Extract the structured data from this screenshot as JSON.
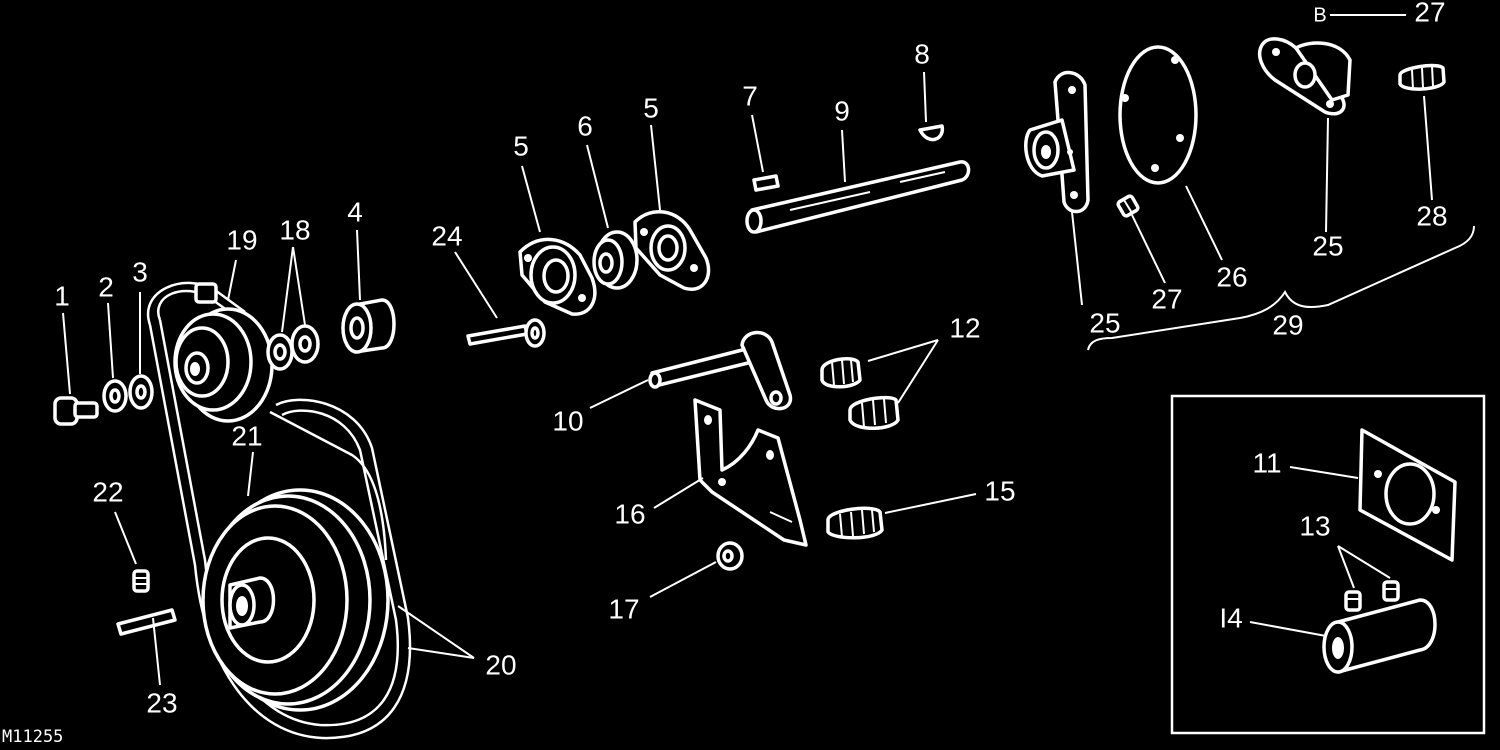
{
  "figure": {
    "code": "M11255",
    "callouts": [
      {
        "id": "c1",
        "text": "1"
      },
      {
        "id": "c2",
        "text": "2"
      },
      {
        "id": "c3",
        "text": "3"
      },
      {
        "id": "c4",
        "text": "4"
      },
      {
        "id": "c5a",
        "text": "5"
      },
      {
        "id": "c5b",
        "text": "5"
      },
      {
        "id": "c6",
        "text": "6"
      },
      {
        "id": "c7",
        "text": "7"
      },
      {
        "id": "c8",
        "text": "8"
      },
      {
        "id": "c9",
        "text": "9"
      },
      {
        "id": "c10",
        "text": "10"
      },
      {
        "id": "c11",
        "text": "11"
      },
      {
        "id": "c12",
        "text": "12"
      },
      {
        "id": "c13",
        "text": "13"
      },
      {
        "id": "c14",
        "text": "I4"
      },
      {
        "id": "c15",
        "text": "15"
      },
      {
        "id": "c16",
        "text": "16"
      },
      {
        "id": "c17",
        "text": "17"
      },
      {
        "id": "c18",
        "text": "18"
      },
      {
        "id": "c19",
        "text": "19"
      },
      {
        "id": "c20",
        "text": "20"
      },
      {
        "id": "c21",
        "text": "21"
      },
      {
        "id": "c22",
        "text": "22"
      },
      {
        "id": "c23",
        "text": "23"
      },
      {
        "id": "c24",
        "text": "24"
      },
      {
        "id": "c25a",
        "text": "25"
      },
      {
        "id": "c25b",
        "text": "25"
      },
      {
        "id": "c26",
        "text": "26"
      },
      {
        "id": "c27a",
        "text": "27"
      },
      {
        "id": "c27b",
        "text": "27"
      },
      {
        "id": "c27m",
        "text": "B"
      },
      {
        "id": "c28",
        "text": "28"
      },
      {
        "id": "c29",
        "text": "29"
      }
    ]
  }
}
